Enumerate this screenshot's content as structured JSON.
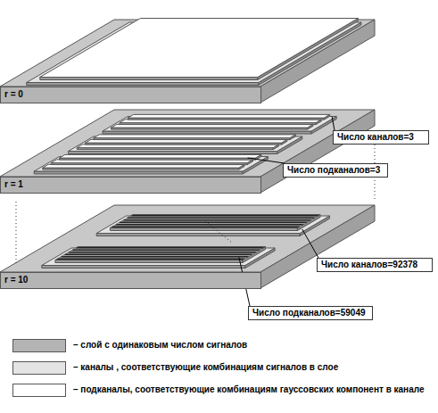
{
  "diagram": {
    "nodes": [
      {
        "text": [
          "r = 0"
        ]
      },
      {
        "text": [
          "r = 1"
        ]
      },
      {
        "text": [
          "Число каналов=3"
        ]
      },
      {
        "text": [
          "Число подканалов=3"
        ]
      },
      {
        "text": [
          "r = 10"
        ]
      },
      {
        "text": [
          "Число каналов=92378"
        ]
      },
      {
        "text": [
          "Число подканалов=59049"
        ]
      }
    ],
    "legend": [
      {
        "text": "– слой с одинаковым числом сигналов",
        "color": "#b4b4b4"
      },
      {
        "text": "– каналы , соответствующие комбинациям сигналов в слое",
        "color": "#e4e4e4"
      },
      {
        "text": "– подканалы, соответствующие комбинациям гауссовских компонент в канале",
        "color": "#ffffff"
      }
    ]
  }
}
